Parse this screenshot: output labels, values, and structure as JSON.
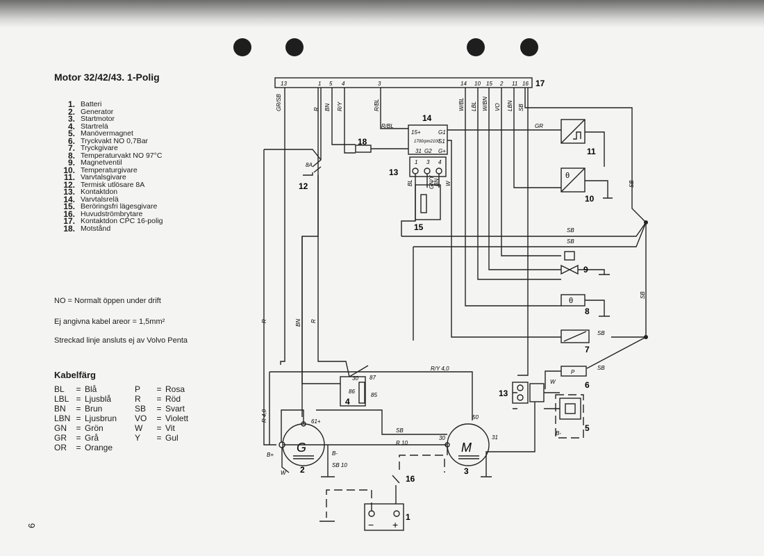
{
  "page_number": "6",
  "title": "Motor 32/42/43. 1-Polig",
  "legend": [
    {
      "num": "1.",
      "label": "Batteri"
    },
    {
      "num": "2.",
      "label": "Generator"
    },
    {
      "num": "3.",
      "label": "Startmotor"
    },
    {
      "num": "4.",
      "label": "Startrelä"
    },
    {
      "num": "5.",
      "label": "Manövermagnet"
    },
    {
      "num": "6.",
      "label": "Tryckvakt NO 0,7Bar"
    },
    {
      "num": "7.",
      "label": "Tryckgivare"
    },
    {
      "num": "8.",
      "label": "Temperaturvakt NO 97°C"
    },
    {
      "num": "9.",
      "label": "Magnetventil"
    },
    {
      "num": "10.",
      "label": "Temperaturgivare"
    },
    {
      "num": "11.",
      "label": "Varvtalsgivare"
    },
    {
      "num": "12.",
      "label": "Termisk utlösare 8A"
    },
    {
      "num": "13.",
      "label": "Kontaktdon"
    },
    {
      "num": "14.",
      "label": "Varvtalsrelä"
    },
    {
      "num": "15.",
      "label": "Beröringsfri lägesgivare"
    },
    {
      "num": "16.",
      "label": "Huvudströmbrytare"
    },
    {
      "num": "17.",
      "label": "Kontaktdon CPC 16-polig"
    },
    {
      "num": "18.",
      "label": "Motstånd"
    }
  ],
  "notes": {
    "no": "NO = Normalt öppen under drift",
    "area": "Ej angivna kabel areor = 1,5mm²",
    "dashed": "Streckad linje ansluts ej av Volvo Penta"
  },
  "kabelfarg": {
    "title": "Kabelfärg",
    "rows": [
      {
        "a": "BL",
        "an": "Blå",
        "b": "P",
        "bn": "Rosa"
      },
      {
        "a": "LBL",
        "an": "Ljusblå",
        "b": "R",
        "bn": "Röd"
      },
      {
        "a": "BN",
        "an": "Brun",
        "b": "SB",
        "bn": "Svart"
      },
      {
        "a": "LBN",
        "an": "Ljusbrun",
        "b": "VO",
        "bn": "Violett"
      },
      {
        "a": "GN",
        "an": "Grön",
        "b": "W",
        "bn": "Vit"
      },
      {
        "a": "GR",
        "an": "Grå",
        "b": "Y",
        "bn": "Gul"
      },
      {
        "a": "OR",
        "an": "Orange",
        "b": "",
        "bn": ""
      }
    ],
    "eq": "="
  },
  "diagram": {
    "connector_pins": [
      "13",
      "1",
      "5",
      "4",
      "3",
      "14",
      "10",
      "15",
      "2",
      "11",
      "16"
    ],
    "wire_labels": {
      "gr_sb": "GR/SB",
      "r": "R",
      "bn": "BN",
      "r_y": "R/Y",
      "r_bl": "R/BL",
      "w_bl": "W/BL",
      "lbl": "LBL",
      "w_bn": "W/BN",
      "vo": "VO",
      "lbn": "LBN",
      "sb": "SB",
      "gr": "GR",
      "w": "W",
      "b_minus": "B-",
      "b_plus": "B+",
      "ry40": "R/Y 4,0",
      "r40": "R 4,0",
      "r10": "R 10",
      "sb10": "SB 10",
      "gn_y": "GN/Y",
      "bl": "BL",
      "p": "P"
    },
    "component_numbers": [
      "1",
      "2",
      "3",
      "4",
      "5",
      "6",
      "7",
      "8",
      "9",
      "10",
      "11",
      "12",
      "13",
      "14",
      "15",
      "16",
      "17",
      "18"
    ],
    "relay14": {
      "g1": "G1",
      "s1": "S1",
      "g2": "G2",
      "g_plus": "G+",
      "pins": [
        "1",
        "3",
        "4"
      ],
      "rpm": "1700rpm2100",
      "t31": "31",
      "b15": "15+"
    },
    "relay4": {
      "p30": "30",
      "p87": "87",
      "p86": "86",
      "p85": "85"
    },
    "gen_labels": {
      "g": "G",
      "p61": "61+",
      "m": "M",
      "p50": "50",
      "p30": "30",
      "p31": "31"
    },
    "thermo_label": "8A",
    "sensor_symbols": {
      "theta": "θ",
      "p": "P"
    },
    "battery_signs": {
      "minus": "−",
      "plus": "+"
    }
  }
}
